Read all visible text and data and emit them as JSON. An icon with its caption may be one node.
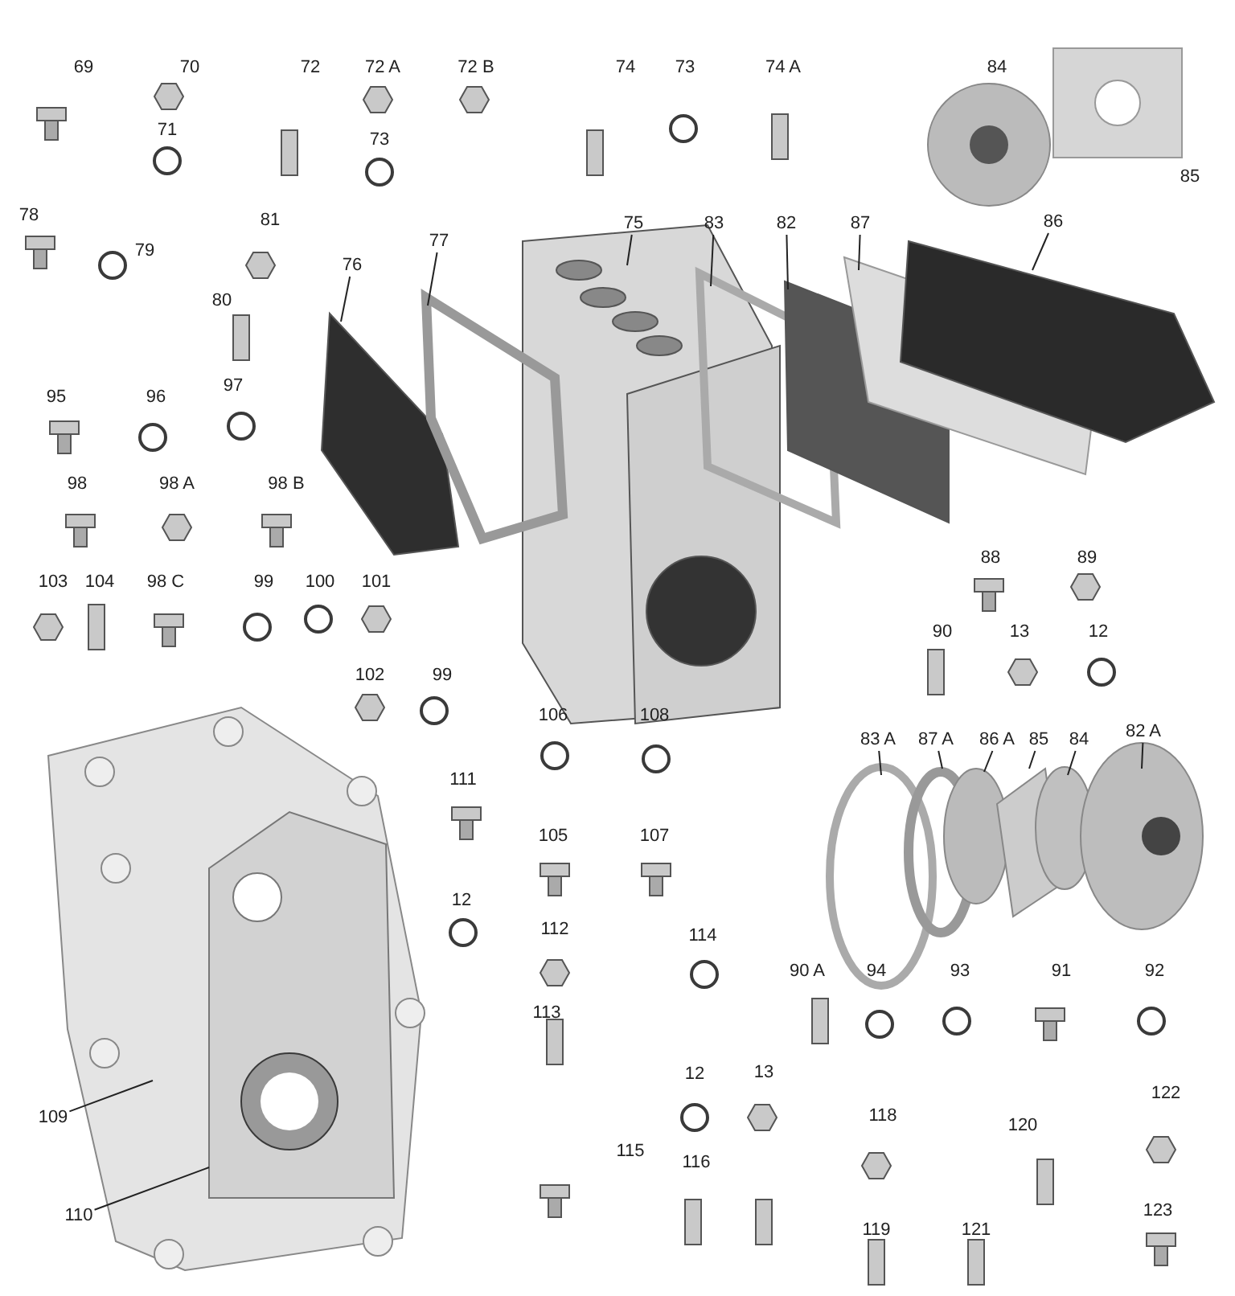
{
  "diagram": {
    "nodes": [
      {
        "text": [
          "76"
        ]
      },
      {
        "text": [
          "77"
        ]
      },
      {
        "text": [
          "75"
        ]
      },
      {
        "text": [
          "83"
        ]
      },
      {
        "text": [
          "82"
        ]
      },
      {
        "text": [
          "87"
        ]
      },
      {
        "text": [
          "86"
        ]
      },
      {
        "text": [
          "109"
        ]
      },
      {
        "text": [
          "110"
        ]
      },
      {
        "text": [
          "83 A"
        ]
      },
      {
        "text": [
          "87 A"
        ]
      },
      {
        "text": [
          "86 A"
        ]
      },
      {
        "text": [
          "85"
        ]
      },
      {
        "text": [
          "84"
        ]
      },
      {
        "text": [
          "82 A"
        ]
      }
    ],
    "edges": [
      {
        "from": 0,
        "to": null,
        "arrow": "none"
      },
      {
        "from": 1,
        "to": null,
        "arrow": "none"
      },
      {
        "from": 2,
        "to": null,
        "arrow": "none"
      },
      {
        "from": 3,
        "to": null,
        "arrow": "none"
      },
      {
        "from": 4,
        "to": null,
        "arrow": "none"
      },
      {
        "from": 5,
        "to": null,
        "arrow": "none"
      },
      {
        "from": 6,
        "to": null,
        "arrow": "none"
      },
      {
        "from": 7,
        "to": null,
        "arrow": "none"
      },
      {
        "from": 8,
        "to": null,
        "arrow": "none"
      },
      {
        "from": 9,
        "to": null,
        "arrow": "none"
      },
      {
        "from": 10,
        "to": null,
        "arrow": "none"
      },
      {
        "from": 11,
        "to": null,
        "arrow": "none"
      },
      {
        "from": 12,
        "to": null,
        "arrow": "none"
      },
      {
        "from": 13,
        "to": null,
        "arrow": "none"
      },
      {
        "from": 14,
        "to": null,
        "arrow": "none"
      }
    ],
    "labels": [
      "69",
      "70",
      "72",
      "72 A",
      "72 B",
      "74",
      "73",
      "74 A",
      "84",
      "71",
      "73",
      "85",
      "78",
      "81",
      "79",
      "80",
      "95",
      "96",
      "97",
      "98",
      "98 A",
      "98 B",
      "88",
      "89",
      "103",
      "104",
      "98 C",
      "99",
      "100",
      "101",
      "90",
      "13",
      "12",
      "102",
      "99",
      "106",
      "108",
      "111",
      "105",
      "107",
      "12",
      "112",
      "114",
      "90 A",
      "94",
      "93",
      "91",
      "92",
      "113",
      "12",
      "13",
      "122",
      "118",
      "120",
      "115",
      "116",
      "123",
      "119",
      "121"
    ]
  }
}
